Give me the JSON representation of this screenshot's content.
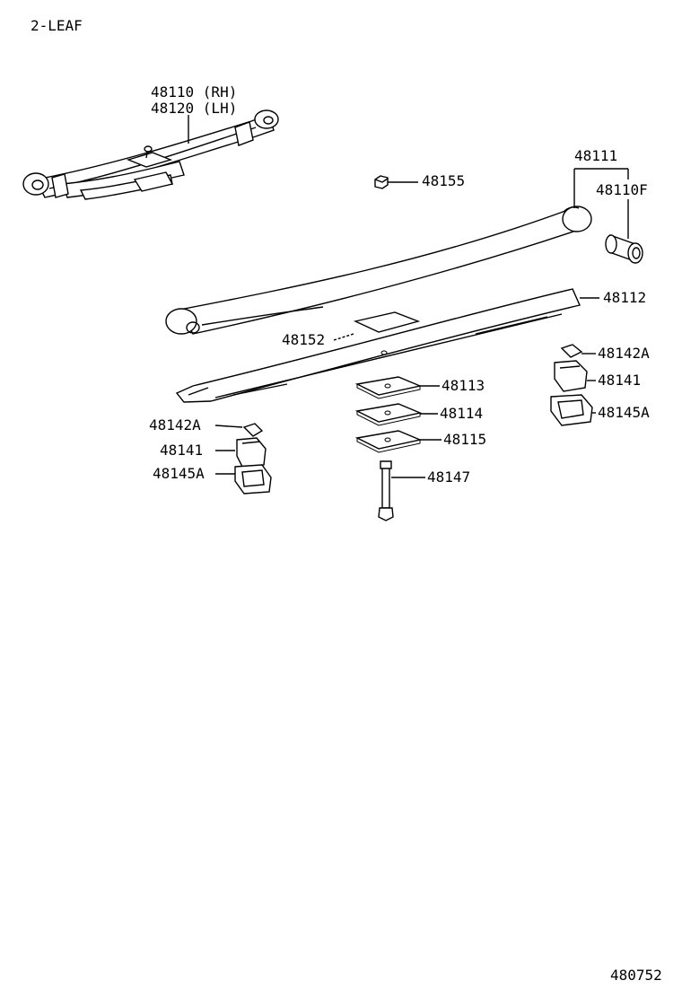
{
  "header": {
    "variant": "2-LEAF"
  },
  "footer": {
    "figure_code": "480752"
  },
  "parts": {
    "spring_assy_rh": "48110 (RH)",
    "spring_assy_lh": "48120 (LH)",
    "leaf_no1": "48111",
    "bushing": "48110F",
    "nut": "48155",
    "leaf_no2": "48112",
    "clip_pad": "48152",
    "right_insert": "48142A",
    "right_clip": "48141",
    "right_cover": "48145A",
    "left_insert": "48142A",
    "left_clip": "48141",
    "left_cover": "48145A",
    "spacer_1": "48113",
    "spacer_2": "48114",
    "spacer_3": "48115",
    "center_bolt": "48147"
  }
}
